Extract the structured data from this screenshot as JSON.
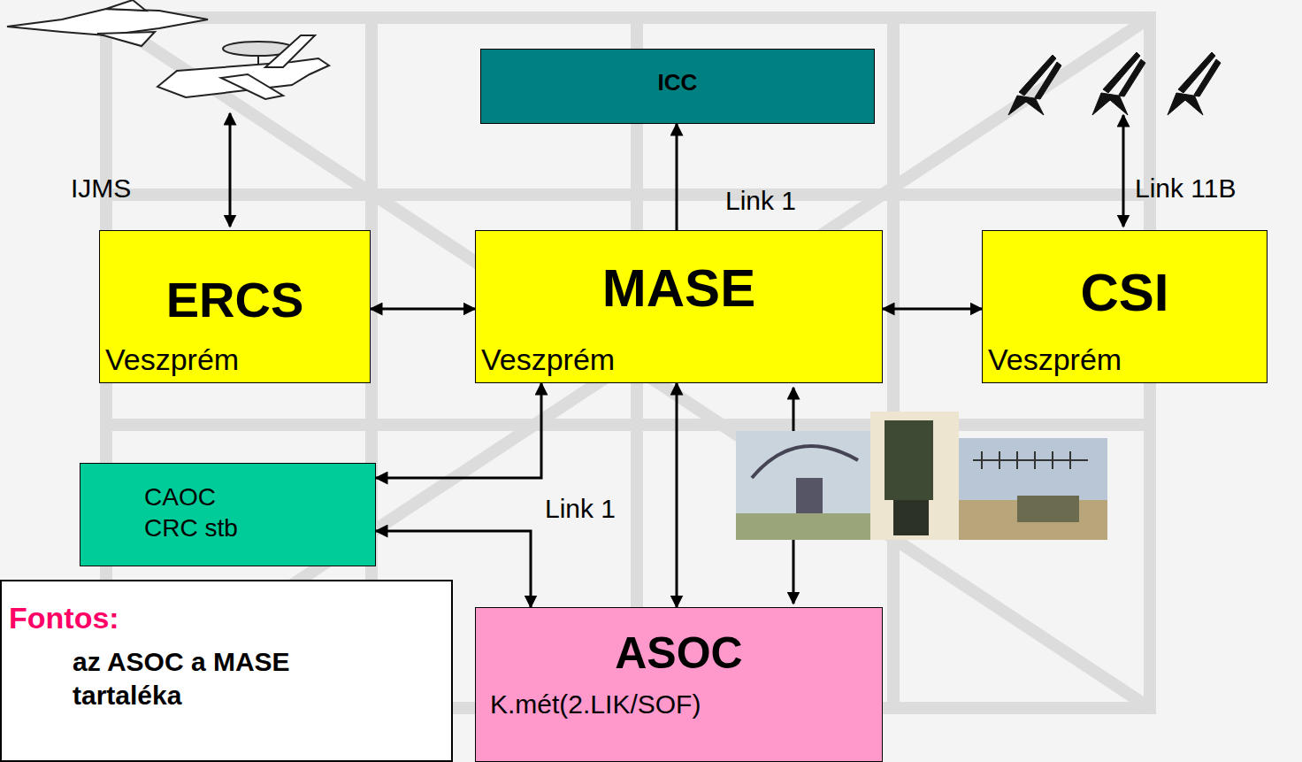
{
  "diagram": {
    "nodes": [
      {
        "text": [
          "ICC"
        ]
      },
      {
        "text": [
          "ERCS",
          "Veszprém"
        ]
      },
      {
        "text": [
          "MASE",
          "Veszprém"
        ]
      },
      {
        "text": [
          "CSI",
          "Veszprém"
        ]
      },
      {
        "text": [
          "CAOC CRC stb"
        ]
      },
      {
        "text": [
          "ASOC",
          "K.mét(2.LIK/SOF)"
        ]
      },
      {
        "text": [
          "Fontos:",
          "az ASOC a MASE tartaléka"
        ]
      }
    ],
    "edges": [
      {
        "from": 2,
        "to": 0,
        "arrow": "to",
        "label": "Link 1"
      },
      {
        "from": 1,
        "to": 2,
        "arrow": "both"
      },
      {
        "from": 2,
        "to": 3,
        "arrow": "both"
      },
      {
        "from": 2,
        "to": 5,
        "arrow": "both"
      },
      {
        "from": 2,
        "to": 4,
        "arrow": "both"
      },
      {
        "from": 4,
        "to": 5,
        "arrow": "both"
      }
    ],
    "labels": [
      "IJMS",
      "Link 11B",
      "Link 1"
    ]
  }
}
